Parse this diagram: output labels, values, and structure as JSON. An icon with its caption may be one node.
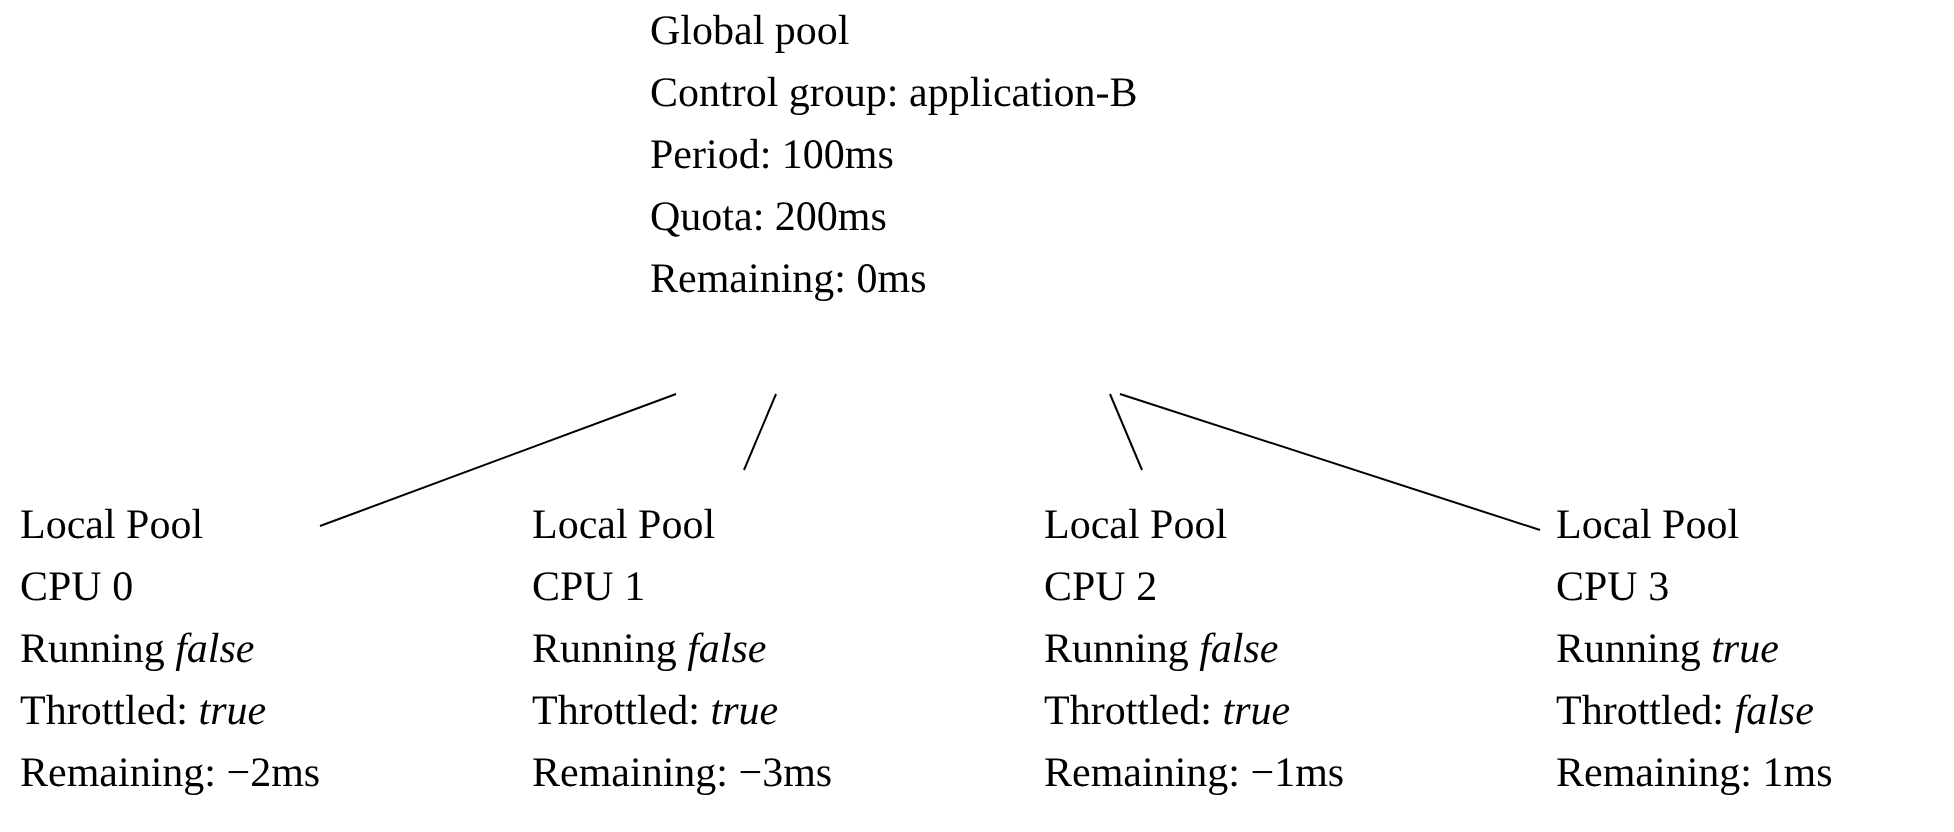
{
  "diagram": {
    "nodes": [
      {
        "text": [
          "Global pool",
          "Control group: application-B",
          "Period: 100ms",
          "Quota: 200ms",
          "Remaining: 0ms"
        ]
      },
      {
        "text": [
          "Local Pool",
          "CPU 0",
          "Running *false*",
          "Throttled: *true*",
          "Remaining: −2ms"
        ]
      },
      {
        "text": [
          "Local Pool",
          "CPU 1",
          "Running *false*",
          "Throttled: *true*",
          "Remaining: −3ms"
        ]
      },
      {
        "text": [
          "Local Pool",
          "CPU 2",
          "Running *false*",
          "Throttled: *true*",
          "Remaining: −1ms"
        ]
      },
      {
        "text": [
          "Local Pool",
          "CPU 3",
          "Running *true*",
          "Throttled: *false*",
          "Remaining: 1ms"
        ]
      }
    ],
    "edges": [
      {
        "from": 0,
        "to": 1,
        "arrow": "none"
      },
      {
        "from": 0,
        "to": 2,
        "arrow": "none"
      },
      {
        "from": 0,
        "to": 3,
        "arrow": "none"
      },
      {
        "from": 0,
        "to": 4,
        "arrow": "none"
      }
    ]
  }
}
